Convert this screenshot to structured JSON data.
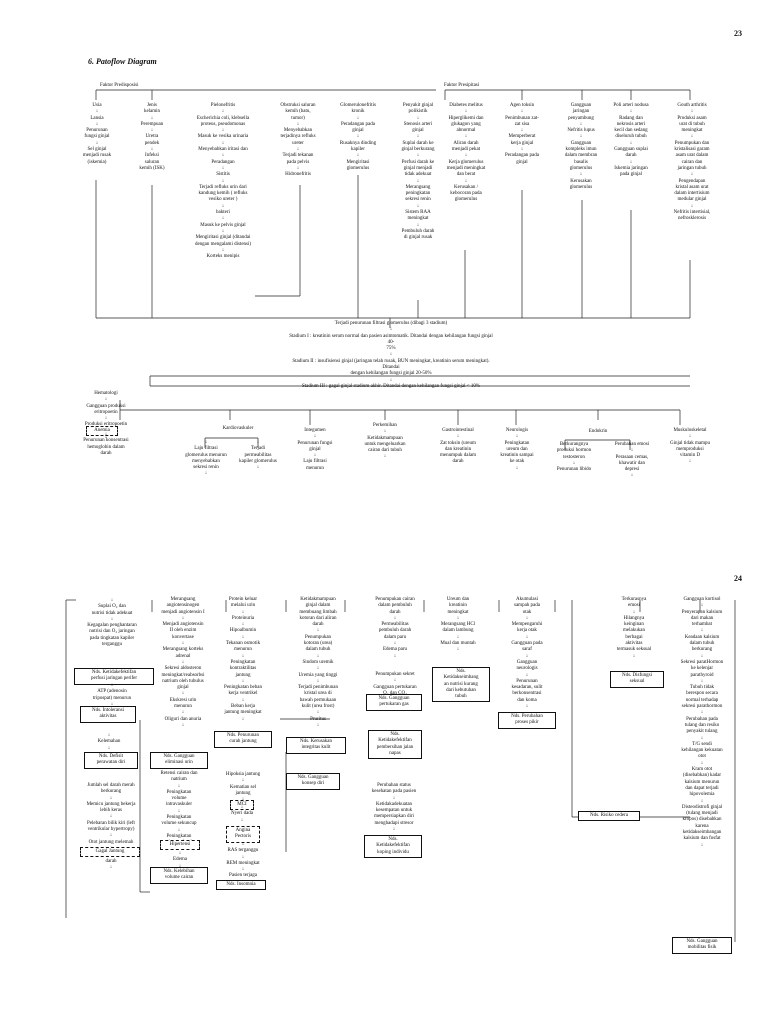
{
  "page_top": {
    "number": "23",
    "heading": "6.   Patoflow Diagram",
    "faktor_predisposisi": "Faktor Predisposisi",
    "faktor_presipitasi": "Faktor Presipitasi",
    "cols": [
      "Usia\n↓\nLansia\n↓\nPenurunan\nfungsi ginjal\n↓\nSel ginjal\nmenjadi rusak\n(iskemia)",
      "Jenis\nkelamin\n↓\nPerempuan\n↓\nUretra\npendek\n↓\nInfeksi\nsaluran\nkemih (ISK)",
      "Pielonefritis\n↓\nEscherichia coli, klebsella\nproteus, pseudomonas\n↓\nMasuk ke vesika urinaria\n↓\nMenyebabkan iritasi dan\n↓\nPeradangan\n↓\nSistitis\n↓\nTerjadi refluks urin dari\nkandung kemih ( refluks\nvesiko ureter )\n↓\nbakteri\n↓\nMasuk ke pelvis ginjal\n↓\nMengiritasi ginjal (ditandai\ndengan mengalami distensi)\n↓\nKorteks menipis",
      "Obstruksi saluran\nkemih (batu,\ntumor)\n↓\nMenyebabkan\nterjadinya refluks\nureter\n↓\nTerjadi tekanan\npada pelvis\n↓\nHidronefritis",
      "Glomerulonefritis\nkronik\n↓\nPeradangan pada\nginjal\n↓\nRusaknya dinding\nkapiler\n↓\nMengiritasi\nglomerulus",
      "Penyakit ginjal\npolikistik\n↓\nStenosis arteri\nginjal\n↓\nSuplai darah ke\nginjal berkurang\n↓\nPerfusi darah ke\nginjal menjadi\ntidak adekuat\n↓\nMerangsang\npeningkatan\nsekresi renin\n↓\nSistem RAA\nmeningkat\n↓\nPembuluh darah\ndi ginjal rusak",
      "Diabetes melitus\n↓\nHiperglikemi dan\nglukagon yang\nabnormal\n↓\nAliran darah\nmenjadi pekat\n↓\nKerja glomerulus\nmenjadi meningkat\ndan berat\n↓\nKerusakan /\nkebocoran pada\nglomerulus",
      "Agen toksin\n↓\nPenimbunan zat-\nzat sisa\n↓\nMemperberat\nkerja ginjal\n↓\nPeradangan pada\nginjal",
      "Gangguan\njaringan\npenyambung\n↓\nNefritis lupus\n↓\nGangguan\nkompleks imun\ndalam membran\nbasalis\nglomerulus\n↓\nKerusakan\nglomerulus",
      "Poli arteri nodusa\n↓\nRadang dan\nnekrosis arteri\nkecil dan sedang\ndiseluruh tubuh\n↓\nGangguan suplai\ndarah\n↓\nIskemia jaringan\npada ginjal",
      "Gouth arthritis\n↓\nProduksi asam\nurat di tubuh\nmeningkat\n↓\nPenumpukan dan\nkristalisasi garam\nasam urat dalam\ncairan dan\njaringan tubuh\n↓\nPengendapan\nkristal asam urat\ndalam intertisium\nmedular ginjal\n↓\nNefritis intertisial,\nnefrosklerosis"
    ],
    "central": "Terjadi penurunan filtrasi glomerulus (dibagi 3 stadium)\n↓\nStadium I : kreatinin serum normal dan pasien asimtomatik. Ditandai dengan kehilangan fungsi ginjal 40-\n75%\n↓\nStadium II : insufisiensi ginjal (jaringan telah rusak, BUN meningkat, kreatinin serum meningkat). Ditandai\ndengan kehilangan fungsi ginjal 20-50%\n↓\nStadium III : gagal ginjal stadium akhir. Ditandai dengan kehilangan fungsi ginjal < 10%",
    "hemato": "Hematologi\n↓\nGangguan produksi\neritropoetin\n↓\nProduksi eritropoetin\nmenurun\n↓",
    "anemia": "Anemia",
    "hemo_down": "↓\nPenurunan konsentrasi\nhemoglobin dalam\ndarah",
    "kardio": "Kardiovaskuler",
    "kardio_left": "↓\nLaju filtrasi\nglomerulus menurun\nmenyebabkan\nsekresi renin\n↓",
    "kardio_right": "↓\nTerjadi\npermeabilitas\nkapiler glomerulus\n↓",
    "integumen": "Integumen\n↓\nPenurunan fungsi\nginjal\n↓\nLaju   filtrasi\nmenurun",
    "perkemihan": "Perkemihan\n↓\nKetidakmampuan\nuntuk mengeluarkan\ncairan dari tubuh\n↓",
    "gastro": "Gastrointestinal\n↓\nZat toksin (ureum\ndan kreatinin\nmenumpuk dalam\ndarah",
    "neuro": "Neurologis\n↓\nPeningkatan\nureum dan\nkreatinin sampai\nke otak\n↓",
    "endokrin": "Endokrin",
    "endo_left": "Berkurangnya\nproduksi hormon\ntestosteron\n↓\nPenurunan libido",
    "endo_right": "Perubahan emosi\n↓\nPerasaan cemas,\nkhawatir dan\ndepresi\n↓",
    "musku": "Muskuloskeletal\n↓\nGinjal tidak mampu\nmemproduksi\nvitamin D\n↓"
  },
  "page_bot": {
    "number": "24",
    "c1": "↓\nSuplai O₂ dan\nnutrisi tidak adekuat\n↓\nKegagalan penghantaran\nnutrisi dan O₂ jaringan\npada tingkatan kapiler\nterganggu",
    "c1_dx1": "Nds. Ketidakefektifan\nperfusi jaringan perifer",
    "c1_b": "↓\nATP (adenosin\ntripospat) menurun\n↓",
    "c1_dx2": "Nds. Intoleransi\naktivitas",
    "c1_c": "↓\nKelemahan\n↓",
    "c1_dx3": "Nds. Defisit\nperawatan diri",
    "c1_d": "Jumlah sel darah merah\nberkurang\n↓\nMemicu jantung bekerja\nlebih keras\n↓\nPelebaran bilik kiri (left\nventrikular hypertropy)\n↓\nOtot jantung melemah\n↓\nTidak mampu memompa\ndarah\n↓",
    "c1_dx4": "Gagal Jantung",
    "c2": "Merangsang\nangiotensinogen\nmenjadi angiotensin I\n↓\nMenjadi angiotensin\nII oleh enzim\nkonvertase\n↓\nMerangsang korteks\nadrenal\n↓\nSekresi aldosteron\nmeningkat/reabsorbsi\nnatrium oleh tubulus\nginjal\n↓\nEkskresi urin\nmenurun\n↓\nOliguri dan anuria\n↓",
    "c2_dx1": "Nds. Gangguan\neliminasi urin",
    "c2_b": "Retensi cairan dan\nnatrium\n↓\nPeningkatan\nvolume\nintravaskuler\n↓\nPeningkatan\nvolume sekuncup\n↓\nPeningkatan\ntekanan darah\n↓",
    "c2_dx2": "Hipertensi",
    "c2_c": "↓\nEdema\n↓",
    "c2_dx3": "Nds. Kelebihan\nvolume cairan",
    "c3": "Protein keluar\nmelalui urin\n↓\nProteinuria\n↓\nHipoalbumin\n↓\nTekanan osmotik\nmenurun\n↓\nPeningkatan\nkontraktilitas\njantung\n↓\nPeningkatan beban\nkerja ventrikel\n↓\nBeban kerja\njantung meningkat\n↓",
    "c3_dx1": "Nds. Penurunan\ncurah jantung",
    "c3_b": "Hipoksia jantung\n↓\nKematian sel\njantung\n↓",
    "c3_dx2": "MCI",
    "c3_c": "↓\nNyeri dada\n↓",
    "c3_dx3": "Angina\nPectoris",
    "c3_d": "↓\nRAS terganggu\n↓\nREM meningkat\n↓\nPasien terjaga\n↓",
    "c3_dx4": "Nds. Insomnia",
    "c4": "Ketidakmampuan\nginjal dalam\nmembuang limbah\nkotoran dari aliran\ndarah\n↓\nPenumpukan\nkotoran (urea)\ndalam tubuh\n↓\nSindom uremik\n↓\nUremia yang tinggi\n↓\nTerjadi penimbunan\nkristal urea di\nbawah permukaan\nkulit (urea frost)\n↓\nPruritus\n↓",
    "c4_dx1": "Nds. Kerusakan\nintegritas kulit",
    "c4_dx2": "Nds. Gangguan\nkonsep diri",
    "c5": "Penumpukan cairan\ndalam pembuluh\ndarah\n↓\nPermeabilitas\npembuluh darah\ndalam paru\n↓\nEdema  paru\n↓",
    "c5_b": "Penumpukan sekret\n↓\nGangguan pertukaran\nO₂ dan CO₂",
    "c5_dx1": "Nds. Gangguan\npertukaran gas",
    "c5_dx2": "Nds.\nKetidakefektifan\npembersihan jalan\nnapas",
    "c5_c": "Perubahan status\nkesehatan pada pasien\n↓\nKetidakadekuatan\nkesempatan untuk\nmempersiapkan diri\nmenghadapi stresor\n↓",
    "c5_dx3": "Nds.\nKetidakefektifan\nkoping individu",
    "c6": "Ureum dan\nkreatinin\nmeningkat\n↓\nMerangsang HCl\ndalam lambung\n↓\nMual dan muntah\n↓",
    "c6_dx1": "Nds.\nKetidakseimbang\nan nutrisi kurang\ndari kebutuhan\ntubuh",
    "c7": "Akumulasi\nsampah pada\notak\n↓\nMempengaruhi\nkerja otak\n↓\nGangguan pada\nsaraf\n↓\nGangguan\nneurologis\n↓\nPenurunan\nkesadaran, sulit\nberkonsentrasi\ndan koma\n↓",
    "c7_dx1": "Nds. Perubahan\nproses pikir",
    "c8": "Terkurasnya\nemosi\n↓\nHilangnya\nkeinginan\nmelakukan\nberbagai\naktivitas\ntermasuk seksual\n↓",
    "c8_dx1": "Nds. Disfungsi\nseksual",
    "c8_dx2": "Nds. Risiko cedera",
    "c9": "Gangguan kortisol\n↓\nPenyerapan kalsium\ndari makan\nterhambat\n↓\nKeadaan kalsium\ndalam tubuh\nberkurang\n↓\nSekresi paratHormon\nke kelenjar\nparathyroid\n↓\nTubuh tidak\nberespon secara\nnormal terhadap\nsekresi parathormon\n↓\nPerubahan pada\ntulang dan resiko\npenyakit tulang\n↓\nT/G sendi\nkehilangan kekuatan\notot\n↓\nKram otot\n(disebabkan) kadar\nkalsium menurun\ndan  dapat terjadi\nhipovolemia\n↓\nDisteodistrofi ginjal\n(tulang menjadi\nkropos) disebabkan\nkarena\nketidakseimbangan\nkalsium dan fosfat\n↓",
    "c9_dx1": "Nds. Gangguan\nmobilitas  fisik"
  }
}
